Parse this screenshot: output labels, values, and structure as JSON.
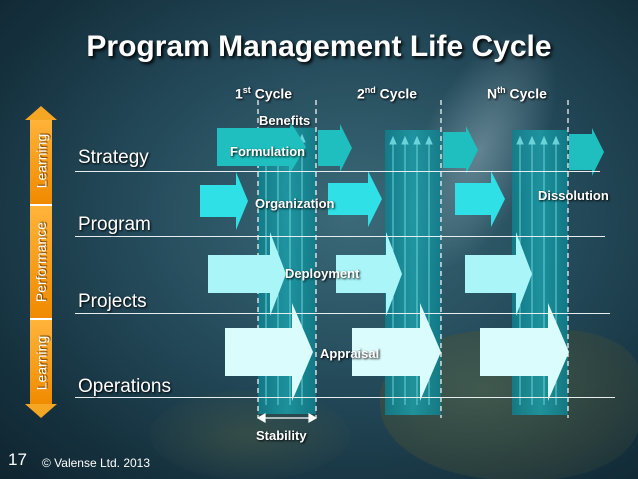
{
  "title": "Program Management Life Cycle",
  "cycles": [
    {
      "label": "1",
      "sup": "st",
      "suffix": " Cycle"
    },
    {
      "label": "2",
      "sup": "nd",
      "suffix": " Cycle"
    },
    {
      "label": "N",
      "sup": "th",
      "suffix": " Cycle"
    }
  ],
  "rows": [
    "Strategy",
    "Program",
    "Projects",
    "Operations"
  ],
  "side_bands": [
    "Learning",
    "Performance",
    "Learning"
  ],
  "phases": {
    "benefits": "Benefits",
    "formulation": "Formulation",
    "organization": "Organization",
    "dissolution": "Dissolution",
    "deployment": "Deployment",
    "appraisal": "Appraisal",
    "stability": "Stability"
  },
  "footer": {
    "slide_number": "17",
    "copyright": "© Valense Ltd. 2013"
  },
  "colors": {
    "arrow_dark": "#1fbfbf",
    "arrow_mid": "#38e0e4",
    "arrow_light": "#a9f5f8",
    "arrow_pale": "#d9fbfc",
    "column": "#178e9a",
    "side_band": "#f5a623"
  }
}
